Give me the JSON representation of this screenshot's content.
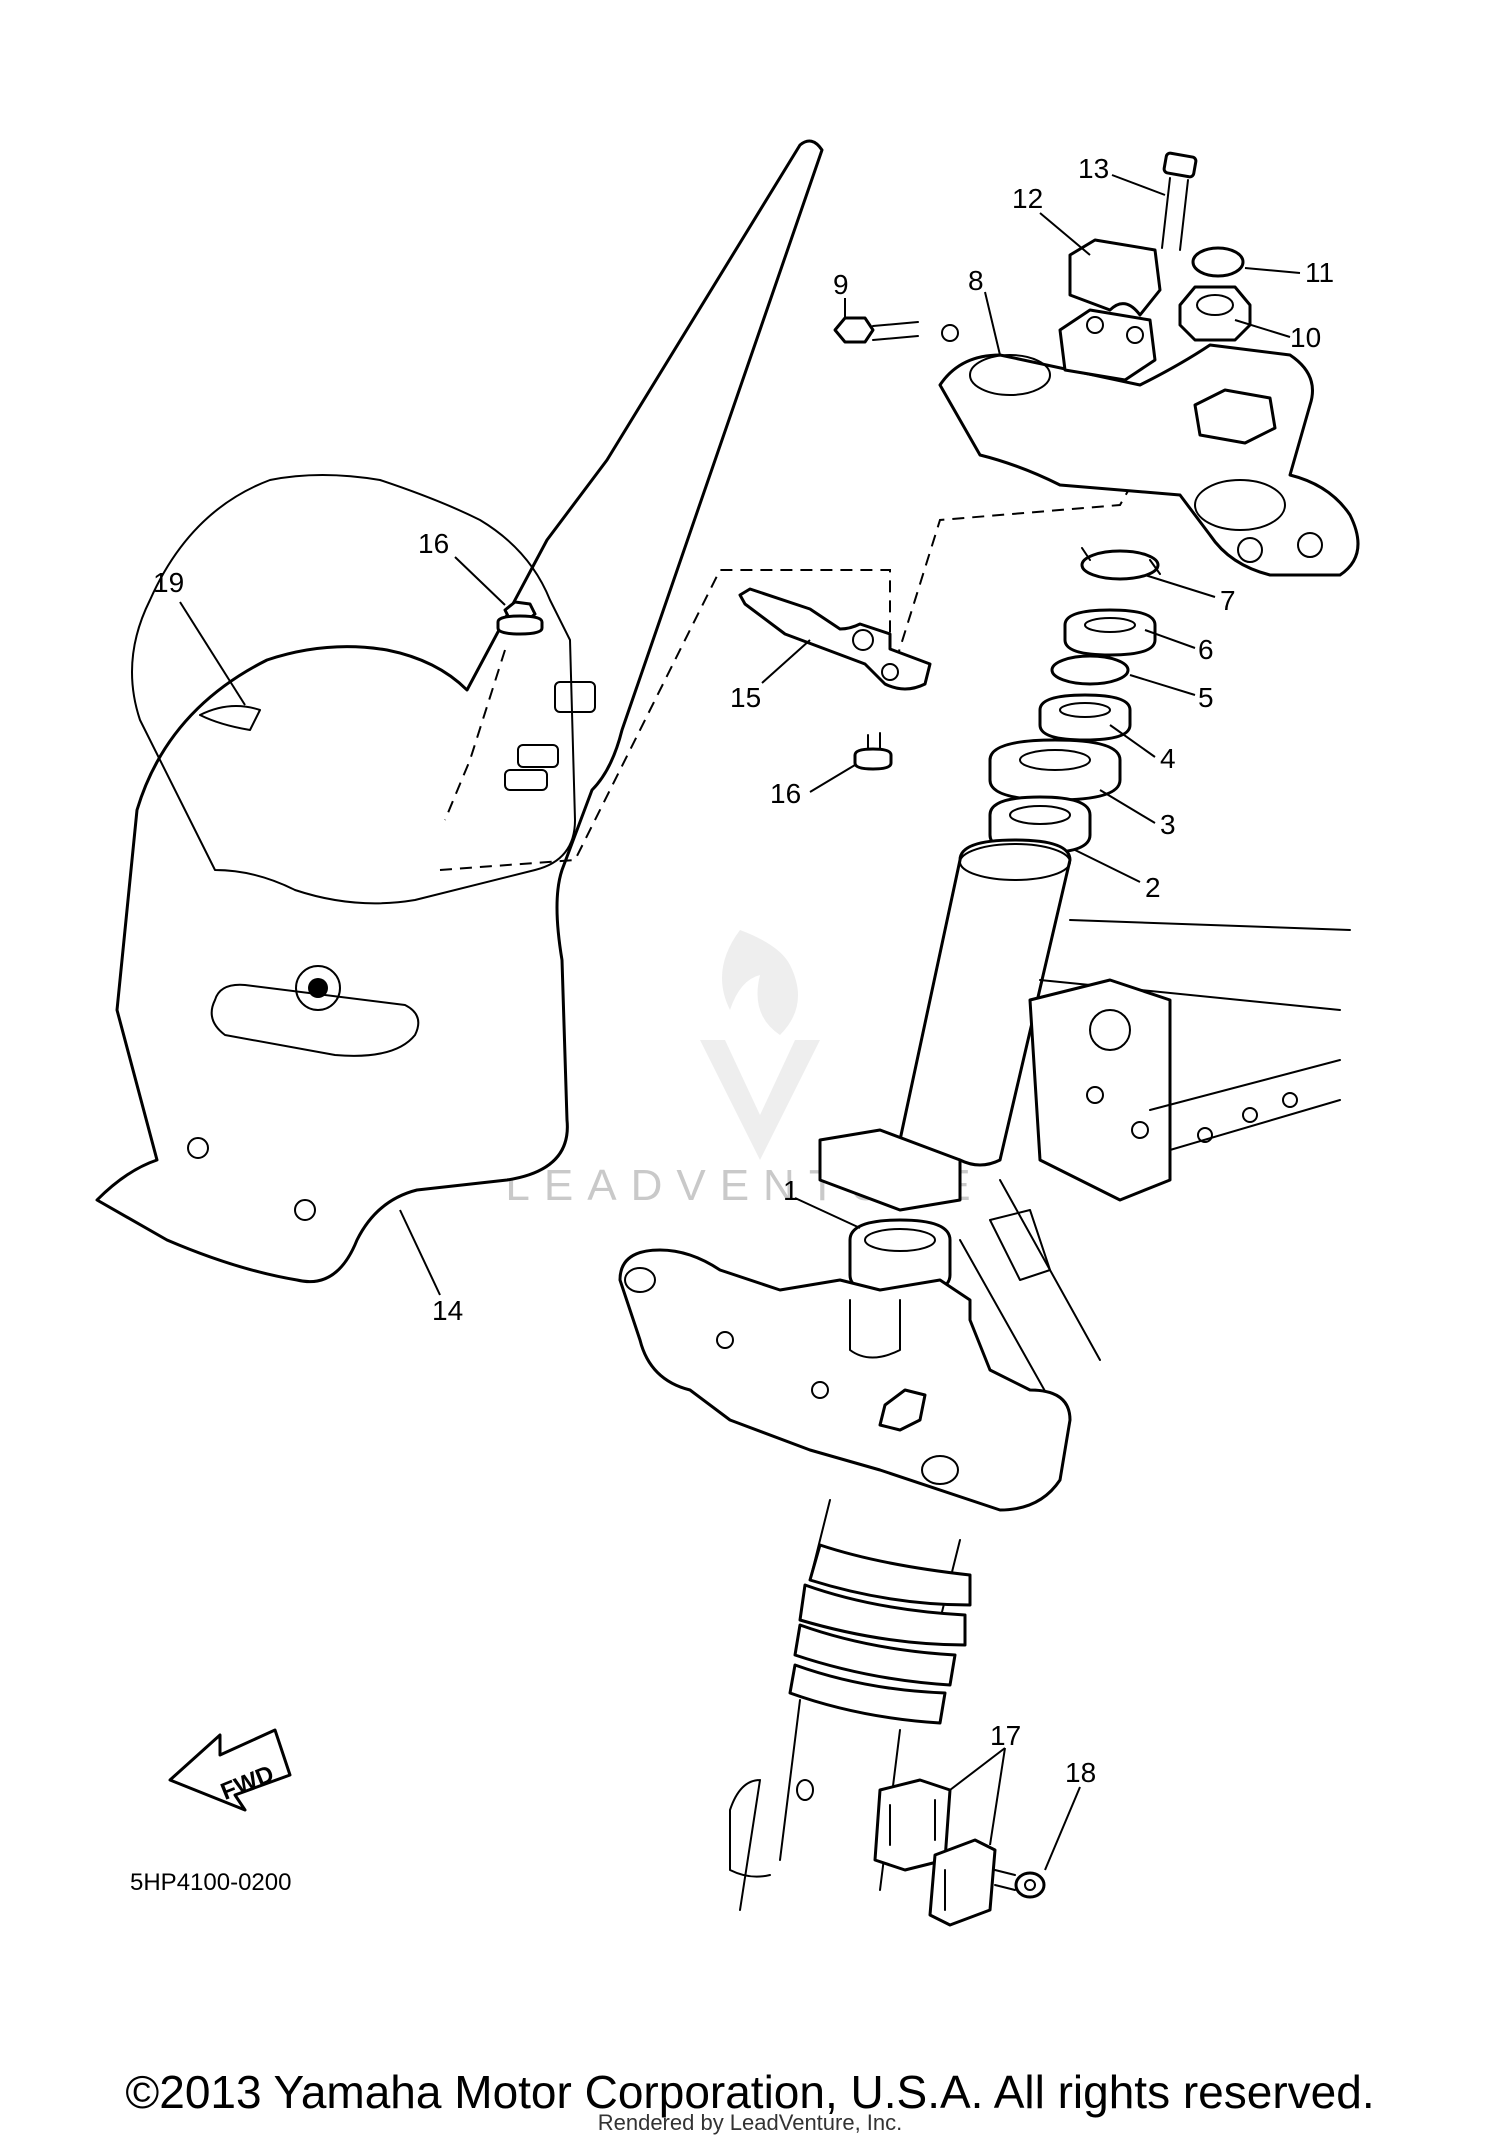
{
  "diagram": {
    "callouts": [
      "1",
      "2",
      "3",
      "4",
      "5",
      "6",
      "7",
      "8",
      "9",
      "10",
      "11",
      "12",
      "13",
      "14",
      "15",
      "16",
      "16",
      "17",
      "18",
      "19"
    ],
    "diagram_code": "5HP4100-0200",
    "fwd_label": "FWD",
    "watermark": "LEADVENTURE"
  },
  "footer": {
    "copyright": "©2013 Yamaha Motor Corporation, U.S.A. All rights reserved.",
    "rendered_by": "Rendered by LeadVenture, Inc."
  }
}
